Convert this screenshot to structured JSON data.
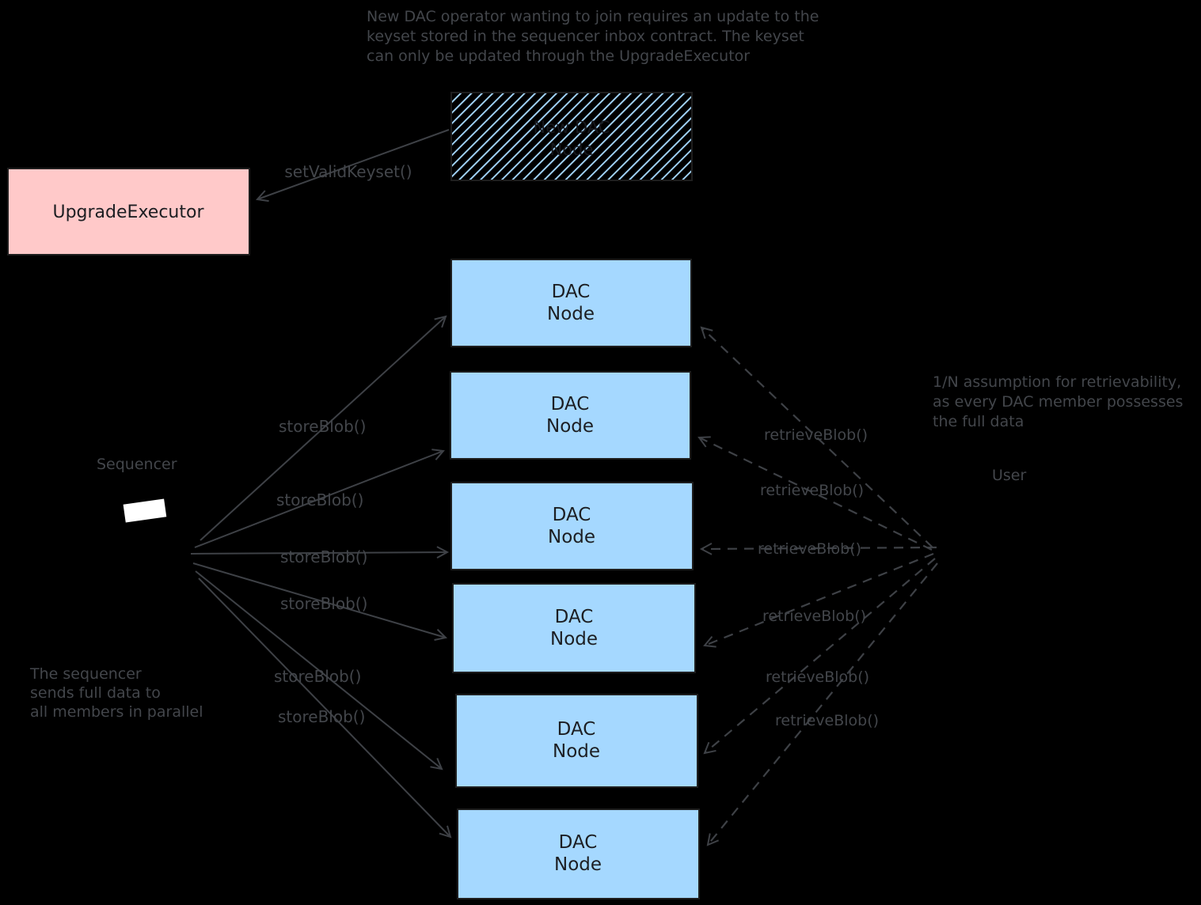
{
  "notes": {
    "keyset_note": [
      "New DAC operator wanting to join requires an update to the",
      "keyset stored in the sequencer inbox contract. The keyset",
      "can only be updated through the UpgradeExecutor"
    ],
    "parallel_note": [
      "The sequencer",
      "sends full data to",
      "all members in parallel"
    ],
    "retrievability_note": [
      "1/N assumption for retrievability,",
      "as every DAC member possesses",
      "the full data"
    ]
  },
  "labels": {
    "sequencer": "Sequencer",
    "user": "User",
    "set_valid_keyset": "setValidKeyset()",
    "store_blob": "storeBlob()",
    "retrieve_blob": "retrieveBlob()"
  },
  "boxes": {
    "upgrade_executor": "UpgradeExecutor",
    "new_dac_node": [
      "New DAC",
      "Node"
    ],
    "dac_node": [
      "DAC",
      "Node"
    ],
    "dac_node_count": 6
  },
  "colors": {
    "background": "#000000",
    "dac_node_fill": "#a5d8ff",
    "upgrade_executor_fill": "#ffc9c9",
    "box_stroke": "#1e1e1e",
    "box_text": "#1c1e22",
    "annotation_gray": "#43464b",
    "sequencer_screen": "#ffffff"
  }
}
